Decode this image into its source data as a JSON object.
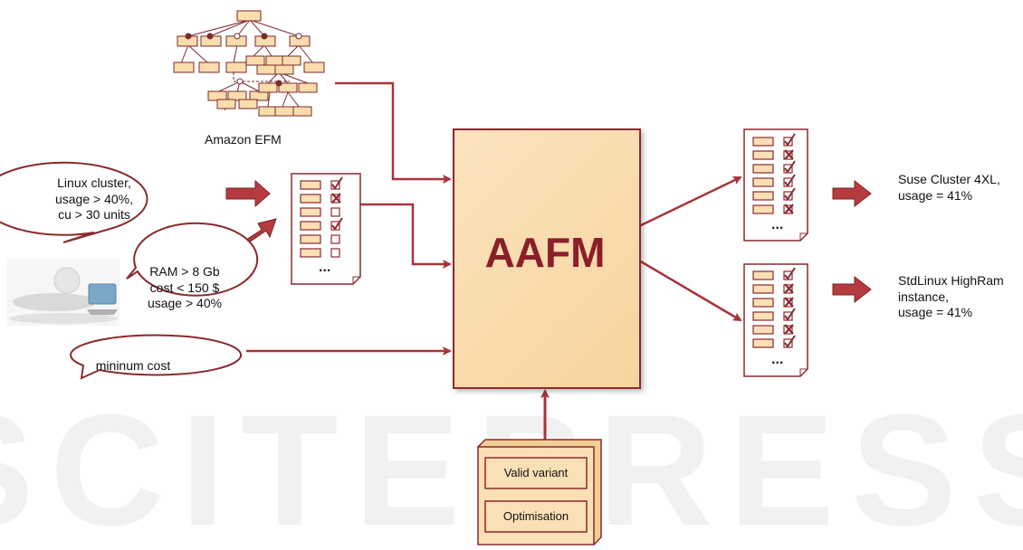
{
  "efm_label": "Amazon EFM",
  "bubbles": {
    "requirements": [
      "Linux cluster,",
      "usage > 40%,",
      "cu > 30 units"
    ],
    "user_constraints": [
      "RAM > 8 Gb",
      "cost < 150 $",
      "usage > 40%"
    ],
    "objective": "mininum cost"
  },
  "central_box": "AAFM",
  "operations": [
    "Valid variant",
    "Optimisation"
  ],
  "results": [
    [
      "Suse Cluster 4XL,",
      "usage = 41%"
    ],
    [
      "StdLinux HighRam",
      "instance,",
      "usage = 41%"
    ]
  ],
  "checklists": {
    "input": [
      "check",
      "cross",
      "empty",
      "check",
      "empty",
      "empty"
    ],
    "result_top": [
      "check",
      "cross",
      "check",
      "check",
      "check",
      "cross"
    ],
    "result_bottom": [
      "check",
      "cross",
      "cross",
      "check",
      "cross",
      "check"
    ]
  },
  "ellipsis": "...",
  "watermark_text": "SCITEPRESS",
  "colors": {
    "accent": "#8a2a2e",
    "box_fill": "#f9dcab",
    "arrow": "#a8343a",
    "item_fill": "#fbe0b5"
  }
}
